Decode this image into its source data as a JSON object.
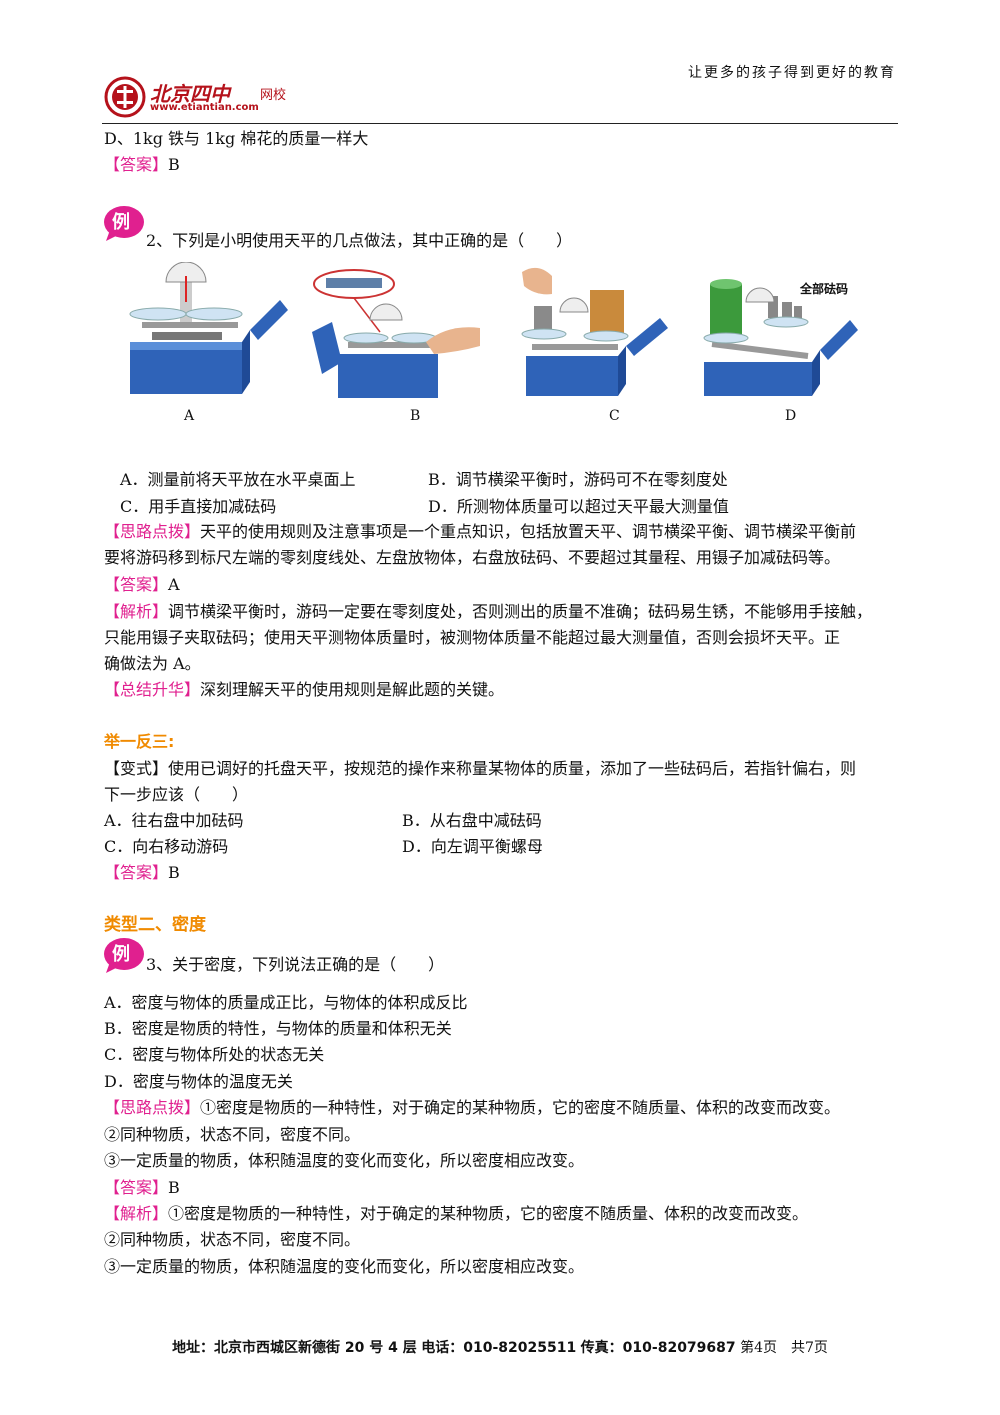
{
  "header": {
    "slogan": "让更多的孩子得到更好的教育",
    "logo_name": "北京四中",
    "logo_suffix": "网校",
    "logo_url": "www.etiantian.com"
  },
  "badge_text": "例",
  "prev": {
    "option_d": "D、1kg 铁与 1kg 棉花的质量一样大",
    "answer_tag": "【答案】",
    "answer": "B"
  },
  "q2": {
    "stem": "2、下列是小明使用天平的几点做法，其中正确的是（　　）",
    "figures": [
      {
        "label": "A"
      },
      {
        "label": "B"
      },
      {
        "label": "C"
      },
      {
        "label": "D",
        "caption": "全部砝码"
      }
    ],
    "options": {
      "a": "A．测量前将天平放在水平桌面上",
      "b": "B．调节横梁平衡时，游码可不在零刻度处",
      "c": "C．用手直接加减砝码",
      "d": "D．所测物体质量可以超过天平最大测量值"
    },
    "hint_tag": "【思路点拨】",
    "hint_1": "天平的使用规则及注意事项是一个重点知识，包括放置天平、调节横梁平衡、调节横梁平衡前",
    "hint_2": "要将游码移到标尺左端的零刻度线处、左盘放物体，右盘放砝码、不要超过其量程、用镊子加减砝码等。",
    "answer_tag": "【答案】",
    "answer": "A",
    "analysis_tag": "【解析】",
    "analysis_1": "调节横梁平衡时，游码一定要在零刻度处，否则测出的质量不准确；砝码易生锈，不能够用手接触，",
    "analysis_2": "只能用镊子夹取砝码；使用天平测物体质量时，被测物体质量不能超过最大测量值，否则会损坏天平。正",
    "analysis_3": "确做法为 A。",
    "summary_tag": "【总结升华】",
    "summary": "深刻理解天平的使用规则是解此题的关键。"
  },
  "variant": {
    "heading": "举一反三:",
    "tag": "【变式】",
    "stem_1": "使用已调好的托盘天平，按规范的操作来称量某物体的质量，添加了一些砝码后，若指针偏右，则",
    "stem_2": "下一步应该（　　）",
    "options": {
      "a": "A．往右盘中加砝码",
      "b": "B．从右盘中减砝码",
      "c": "C．向右移动游码",
      "d": "D．向左调平衡螺母"
    },
    "answer_tag": "【答案】",
    "answer": "B"
  },
  "type2": {
    "heading": "类型二、密度",
    "stem": "3、关于密度，下列说法正确的是（　　）",
    "options": {
      "a": "A．密度与物体的质量成正比，与物体的体积成反比",
      "b": "B．密度是物质的特性，与物体的质量和体积无关",
      "c": "C．密度与物体所处的状态无关",
      "d": "D．密度与物体的温度无关"
    },
    "hint_tag": "【思路点拨】",
    "hint_1": "①密度是物质的一种特性，对于确定的某种物质，它的密度不随质量、体积的改变而改变。",
    "hint_2": "②同种物质，状态不同，密度不同。",
    "hint_3": "③一定质量的物质，体积随温度的变化而变化，所以密度相应改变。",
    "answer_tag": "【答案】",
    "answer": "B",
    "analysis_tag": "【解析】",
    "analysis_1": "①密度是物质的一种特性，对于确定的某种物质，它的密度不随质量、体积的改变而改变。",
    "analysis_2": "②同种物质，状态不同，密度不同。",
    "analysis_3": "③一定质量的物质，体积随温度的变化而变化，所以密度相应改变。"
  },
  "footer": {
    "address": "地址：北京市西城区新德街 20 号 4 层",
    "phone": "电话：010-82025511",
    "fax": "传真：010-82079687",
    "page": "第4页　共7页"
  },
  "colors": {
    "tag": "#e0208f",
    "heading": "#f08a00",
    "logo": "#b5121b"
  }
}
